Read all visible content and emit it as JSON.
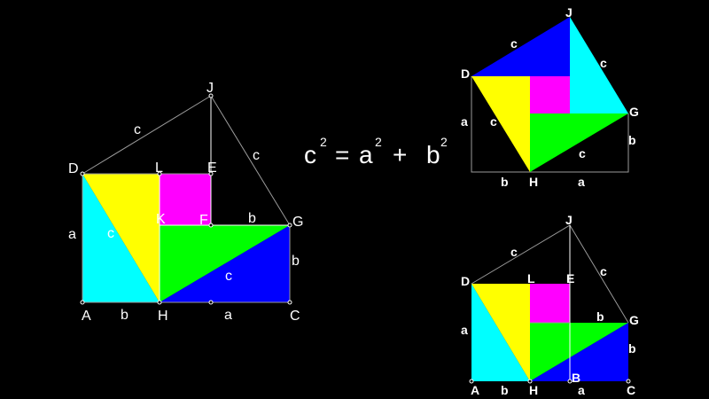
{
  "colors": {
    "cyan": "#00ffff",
    "yellow": "#ffff00",
    "magenta": "#ff00ff",
    "green": "#00ff00",
    "blue": "#0000ff",
    "background": "#000000"
  },
  "equation": {
    "c": "c",
    "c_exp": "2",
    "eq": "=",
    "a": "a",
    "a_exp": "2",
    "plus": "+",
    "b": "b",
    "b_exp": "2"
  },
  "left": {
    "J": "J",
    "D": "D",
    "L": "L",
    "E": "E",
    "K": "K",
    "F": "F",
    "G": "G",
    "A": "A",
    "H": "H",
    "C": "C",
    "side_c_dj": "c",
    "side_c_jg": "c",
    "side_c_dh": "c",
    "side_c_hg": "c",
    "side_a_da": "a",
    "side_a_hc": "a",
    "side_b_ah": "b",
    "side_b_fg": "b",
    "side_b_gc": "b"
  },
  "top_right": {
    "J": "J",
    "D": "D",
    "G": "G",
    "H": "H",
    "side_c_dj": "c",
    "side_c_jg": "c",
    "side_c_dh": "c",
    "side_c_hg": "c",
    "side_a_left": "a",
    "side_a_bottom": "a",
    "side_b_bottom": "b",
    "side_b_right": "b"
  },
  "bottom_right": {
    "J": "J",
    "D": "D",
    "L": "L",
    "E": "E",
    "G": "G",
    "A": "A",
    "H": "H",
    "B": "B",
    "C": "C",
    "side_c_dj": "c",
    "side_c_jg": "c",
    "side_a_da": "a",
    "side_a_hc": "a",
    "side_b_ah": "b",
    "side_b_eg": "b",
    "side_b_gc": "b"
  }
}
